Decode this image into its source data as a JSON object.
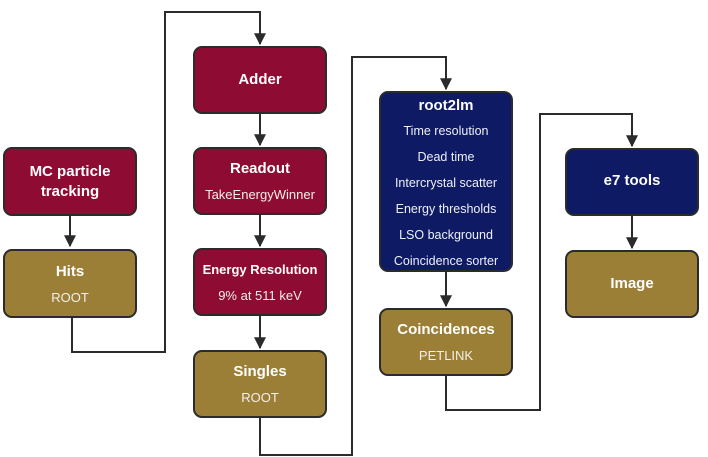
{
  "diagram": {
    "nodes": {
      "mc": {
        "title": "MC particle tracking"
      },
      "hits": {
        "title": "Hits",
        "sub": "ROOT"
      },
      "adder": {
        "title": "Adder"
      },
      "readout": {
        "title": "Readout",
        "sub": "TakeEnergyWinner"
      },
      "energy": {
        "title": "Energy Resolution",
        "sub": "9% at 511 keV"
      },
      "singles": {
        "title": "Singles",
        "sub": "ROOT"
      },
      "root2lm": {
        "title": "root2lm",
        "items": [
          "Time resolution",
          "Dead time",
          "Intercrystal scatter",
          "Energy thresholds",
          "LSO background",
          "Coincidence sorter"
        ]
      },
      "coinc": {
        "title": "Coincidences",
        "sub": "PETLINK"
      },
      "e7": {
        "title": "e7 tools"
      },
      "image": {
        "title": "Image"
      }
    },
    "colors": {
      "processing": "#8e0c33",
      "data": "#9b7f37",
      "tools": "#0e1a63",
      "connector": "#2b2b2b"
    }
  }
}
